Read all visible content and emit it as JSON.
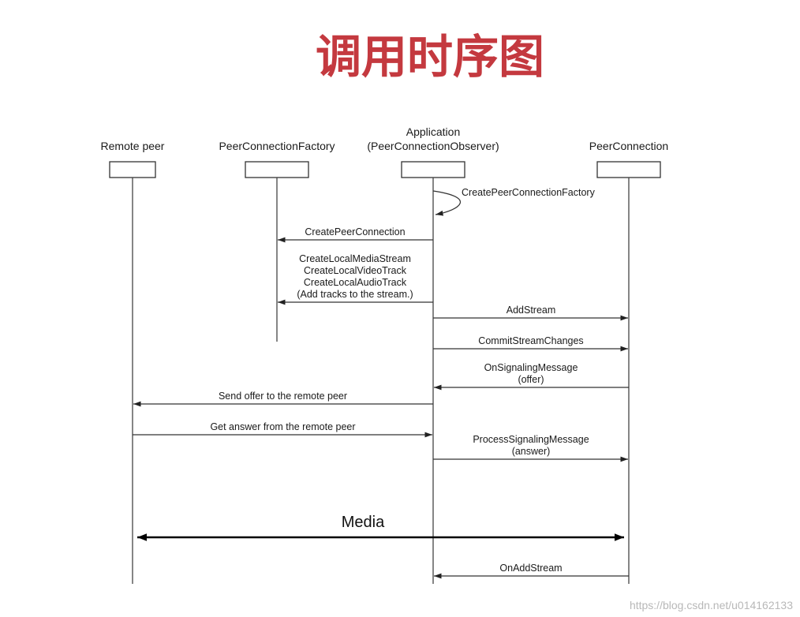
{
  "title": "调用时序图",
  "colors": {
    "title": "#c4393f",
    "line": "#333333",
    "text": "#1a1a1a",
    "watermark": "#b8b8b8"
  },
  "actors": [
    {
      "id": "remote",
      "lines": [
        "Remote peer"
      ]
    },
    {
      "id": "factory",
      "lines": [
        "PeerConnectionFactory"
      ]
    },
    {
      "id": "app",
      "lines": [
        "Application",
        "(PeerConnectionObserver)"
      ]
    },
    {
      "id": "pc",
      "lines": [
        "PeerConnection"
      ]
    }
  ],
  "messages": [
    {
      "from": "app",
      "to": "app",
      "self": true,
      "lines": [
        "CreatePeerConnectionFactory"
      ]
    },
    {
      "from": "app",
      "to": "factory",
      "lines": [
        "CreatePeerConnection"
      ]
    },
    {
      "from": "app",
      "to": "factory",
      "lines": [
        "CreateLocalMediaStream",
        "CreateLocalVideoTrack",
        "CreateLocalAudioTrack",
        "(Add tracks to the stream.)"
      ]
    },
    {
      "from": "app",
      "to": "pc",
      "lines": [
        "AddStream"
      ]
    },
    {
      "from": "app",
      "to": "pc",
      "lines": [
        "CommitStreamChanges"
      ]
    },
    {
      "from": "pc",
      "to": "app",
      "lines": [
        "OnSignalingMessage",
        "(offer)"
      ]
    },
    {
      "from": "app",
      "to": "remote",
      "lines": [
        "Send offer to the remote peer"
      ]
    },
    {
      "from": "remote",
      "to": "app",
      "lines": [
        "Get answer from the remote peer"
      ]
    },
    {
      "from": "app",
      "to": "pc",
      "lines": [
        "ProcessSignalingMessage",
        "(answer)"
      ]
    },
    {
      "from": "remote",
      "to": "pc",
      "bidirectional": true,
      "style": "media",
      "lines": [
        "Media"
      ]
    },
    {
      "from": "pc",
      "to": "app",
      "lines": [
        "OnAddStream"
      ]
    }
  ],
  "watermark": "https://blog.csdn.net/u014162133"
}
